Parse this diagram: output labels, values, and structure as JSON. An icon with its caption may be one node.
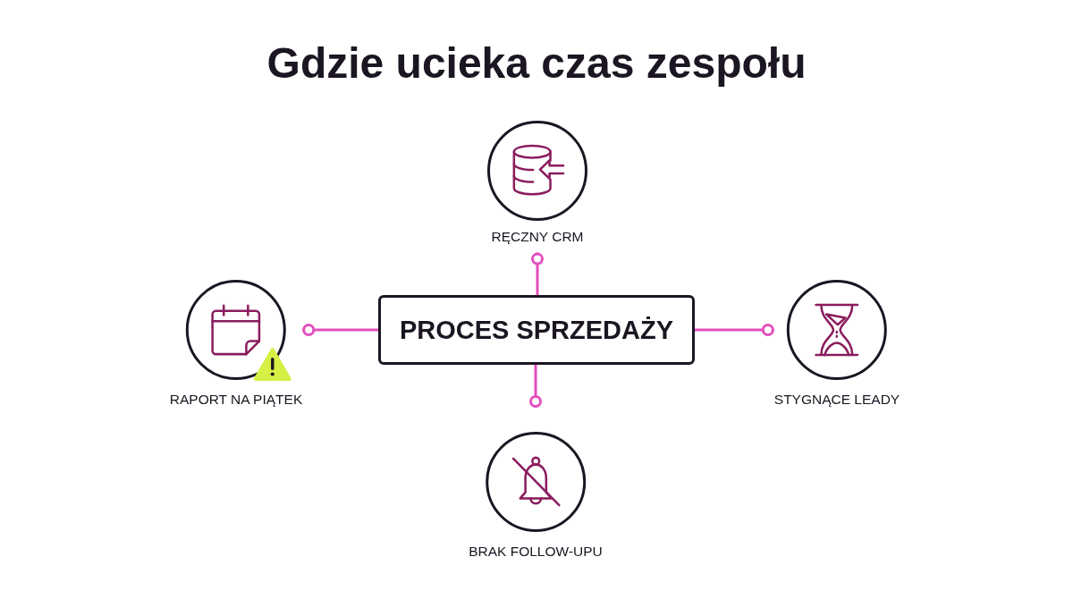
{
  "diagram": {
    "title": "Gdzie ucieka czas zespołu",
    "nodes": [
      {
        "text": [
          "RĘCZNY CRM"
        ]
      },
      {
        "text": [
          "RAPORT NA PIĄTEK"
        ]
      },
      {
        "text": [
          "PROCES SPRZEDAŻY"
        ]
      },
      {
        "text": [
          "STYGNĄCE LEADY"
        ]
      },
      {
        "text": [
          "BRAK FOLLOW-UPU"
        ]
      }
    ],
    "edges": [
      {
        "from": 2,
        "to": 0,
        "arrow": "other"
      },
      {
        "from": 2,
        "to": 1,
        "arrow": "other"
      },
      {
        "from": 2,
        "to": 3,
        "arrow": "other"
      },
      {
        "from": 2,
        "to": 4,
        "arrow": "other"
      }
    ]
  }
}
